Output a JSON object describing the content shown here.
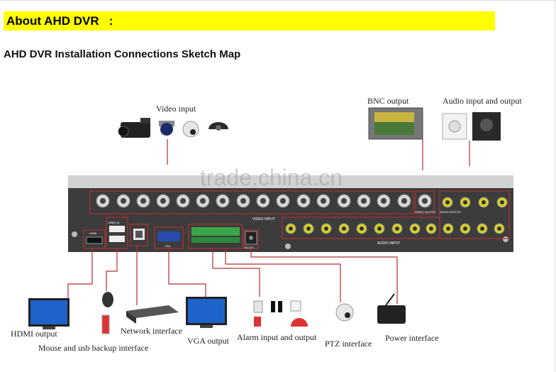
{
  "banner": {
    "title": "About AHD DVR   :"
  },
  "subtitle": "AHD DVR Installation Connections Sketch Map",
  "labels": {
    "video_input": "Video input",
    "bnc_output": "BNC output",
    "audio_io": "Audio input and output",
    "hdmi_output": "HDMI output",
    "mouse_usb": "Mouse and usb backup interface",
    "network": "Network interface",
    "vga_output": "VGA output",
    "alarm_io": "Alarm input and output",
    "ptz": "PTZ interface",
    "power": "Power interface"
  },
  "panel": {
    "video_input": "VIDEO INPUT",
    "audio_input": "AUDIO INPUT",
    "hdmi": "HDMI",
    "usb": "USB(2.0)",
    "vga": "VGA",
    "power": "DC12V",
    "audio_output": "AUDIO OUTPUT",
    "video_output": "VIDEO OUTPUT"
  },
  "watermark": "trade.china.cn",
  "colors": {
    "banner": "#ffff00",
    "leader_line": "#b03030",
    "panel_bg": "#3c3c3c",
    "bnc_yellow": "#d6cf2a",
    "terminal_green": "#3aa64a"
  }
}
